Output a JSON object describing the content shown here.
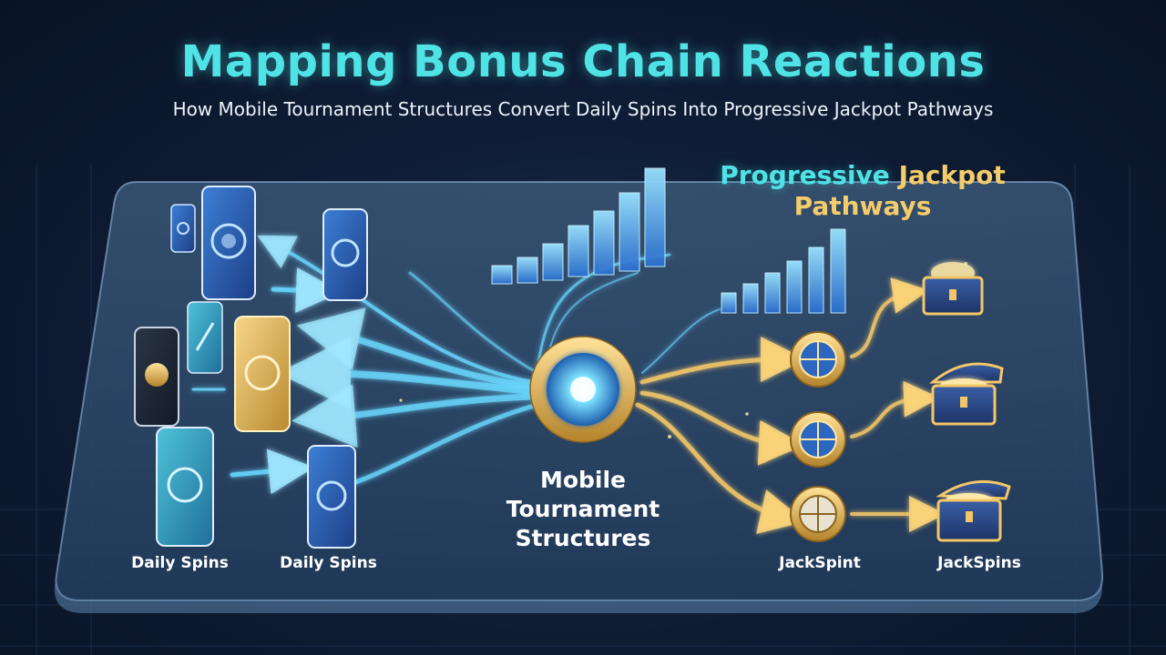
{
  "header": {
    "title": "Mapping Bonus Chain Reactions",
    "subtitle": "How Mobile Tournament Structures Convert Daily Spins Into Progressive Jackpot Pathways"
  },
  "diagram": {
    "hub_label_lines": [
      "Mobile",
      "Tournament",
      "Structures"
    ],
    "pathway_title_line1_a": "Progressive",
    "pathway_title_line1_b": "Jackpot",
    "pathway_title_line2": "Pathways",
    "labels": {
      "daily_spins_1": "Daily Spins",
      "daily_spins_2": "Daily Spins",
      "wheel_label": "JackSpint",
      "chest_label": "JackSpins"
    }
  },
  "colors": {
    "accent_cyan": "#4fe3e6",
    "accent_gold": "#f5cc6a",
    "flow_blue": "#6ad8ff",
    "flow_gold": "#f3c768",
    "background": "#0f1d36"
  },
  "icons": [
    "gear-icon",
    "phone-icon",
    "wheel-icon",
    "treasure-chest-icon",
    "bar-chart-icon",
    "arrow-icon"
  ]
}
